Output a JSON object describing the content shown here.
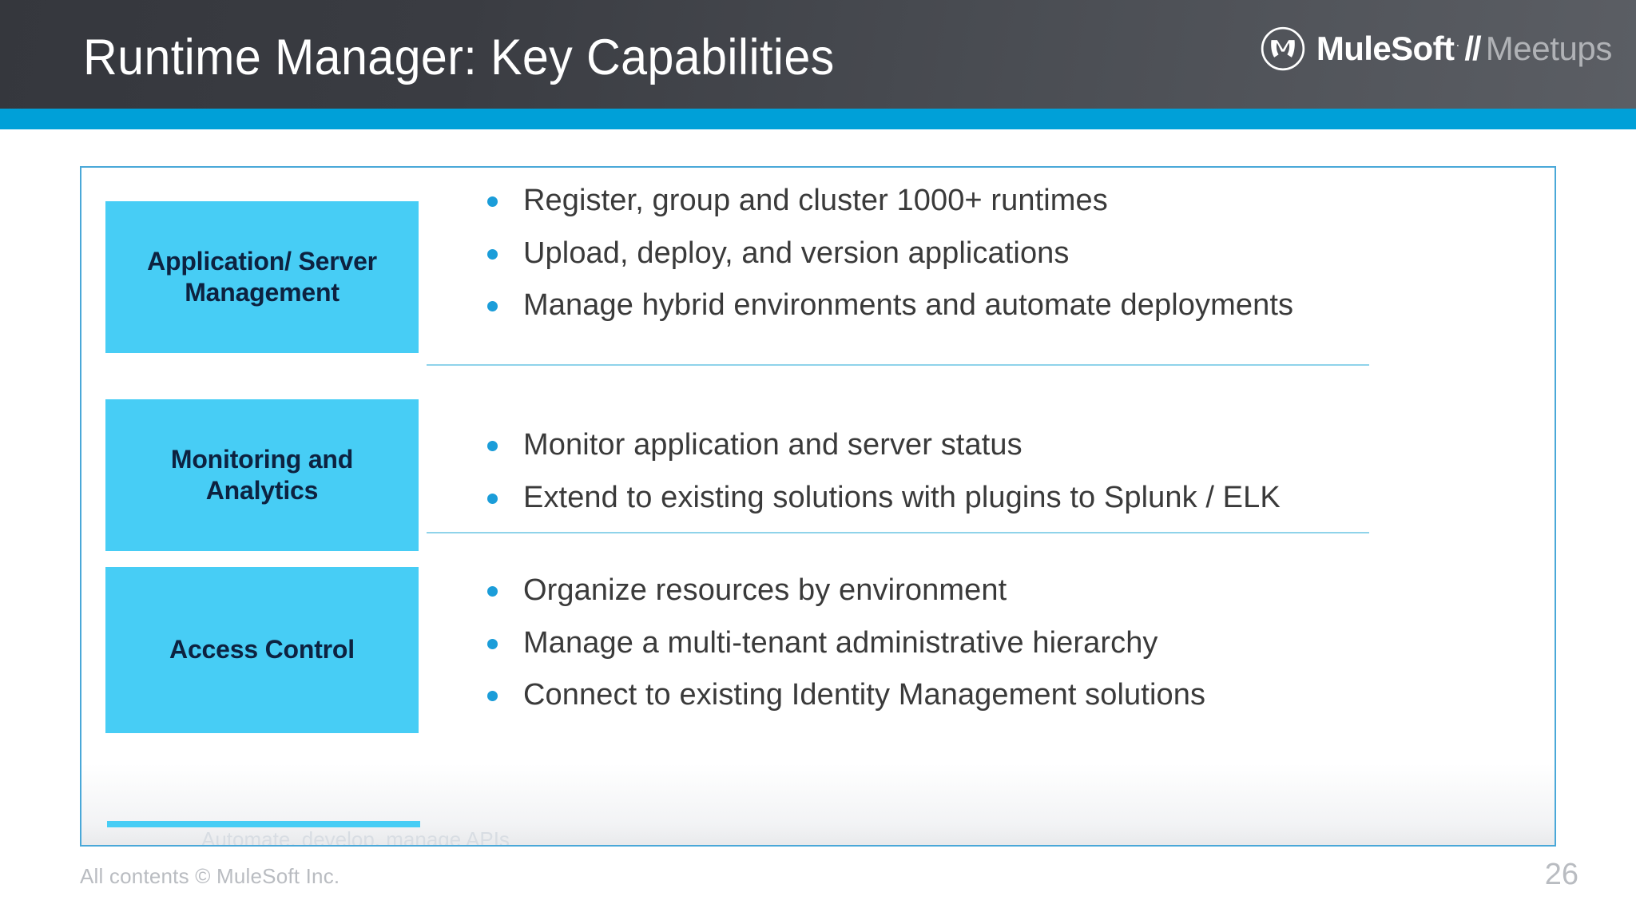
{
  "header": {
    "title": "Runtime Manager: Key Capabilities",
    "brand": {
      "logo_icon": "mulesoft-m-circle-icon",
      "name": "MuleSoft",
      "registered_mark": "·",
      "separator": "//",
      "sub_name": "Meetups"
    },
    "background_color": "#3a3c42",
    "accent_color": "#00a0d8"
  },
  "panel": {
    "border_color": "#4aa8d8",
    "box_color": "#47cdf5",
    "box_text_color": "#0d2240",
    "bullet_dot_color": "#1b9dd9",
    "bullet_text_color": "#3a3a3a",
    "divider_color": "#8fd3ea",
    "sections": [
      {
        "label": "Application/ Server Management",
        "bullets": [
          "Register, group and cluster 1000+ runtimes",
          "Upload, deploy, and version applications",
          "Manage hybrid environments and automate deployments"
        ]
      },
      {
        "label": "Monitoring and Analytics",
        "bullets": [
          "Monitor application and server status",
          "Extend to existing solutions with plugins to Splunk / ELK"
        ]
      },
      {
        "label": "Access Control",
        "bullets": [
          "Organize resources by environment",
          "Manage a multi-tenant administrative hierarchy",
          "Connect to existing Identity Management solutions"
        ]
      }
    ],
    "cut_off_row_text": "Automate, develop, manage APIs"
  },
  "footer": {
    "copyright": "All contents © MuleSoft Inc.",
    "page_number": "26"
  }
}
